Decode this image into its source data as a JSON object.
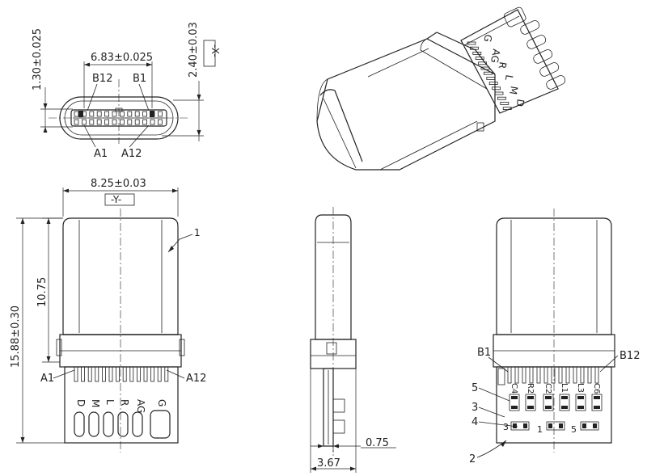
{
  "front": {
    "dim_width": "6.83±0.025",
    "dim_height_left": "1.30±0.025",
    "dim_height_right": "2.40±0.03",
    "datum_x": "-X-",
    "label_b12": "B12",
    "label_b1": "B1",
    "label_a1": "A1",
    "label_a12": "A12"
  },
  "top": {
    "dim_width": "8.25±0.03",
    "datum_y": "-Y-",
    "dim_shell": "10.75",
    "dim_total": "15.88±0.30",
    "label_a1": "A1",
    "label_a12": "A12",
    "callout_1": "1",
    "pad_labels": [
      "D",
      "M",
      "L",
      "R",
      "AG",
      "G"
    ]
  },
  "side": {
    "dim_thickness": "0.75",
    "dim_overall": "3.67"
  },
  "bottom": {
    "label_b1": "B1",
    "label_b12": "B12",
    "callouts": [
      "5",
      "3",
      "4",
      "2"
    ],
    "comp_labels": [
      "C4",
      "R2",
      "C2",
      "L1",
      "L3",
      "C6"
    ],
    "small_labels": [
      "3",
      "1",
      "5"
    ]
  },
  "iso": {
    "pad_letters": [
      "D",
      "M",
      "L",
      "R",
      "AG",
      "G"
    ]
  }
}
